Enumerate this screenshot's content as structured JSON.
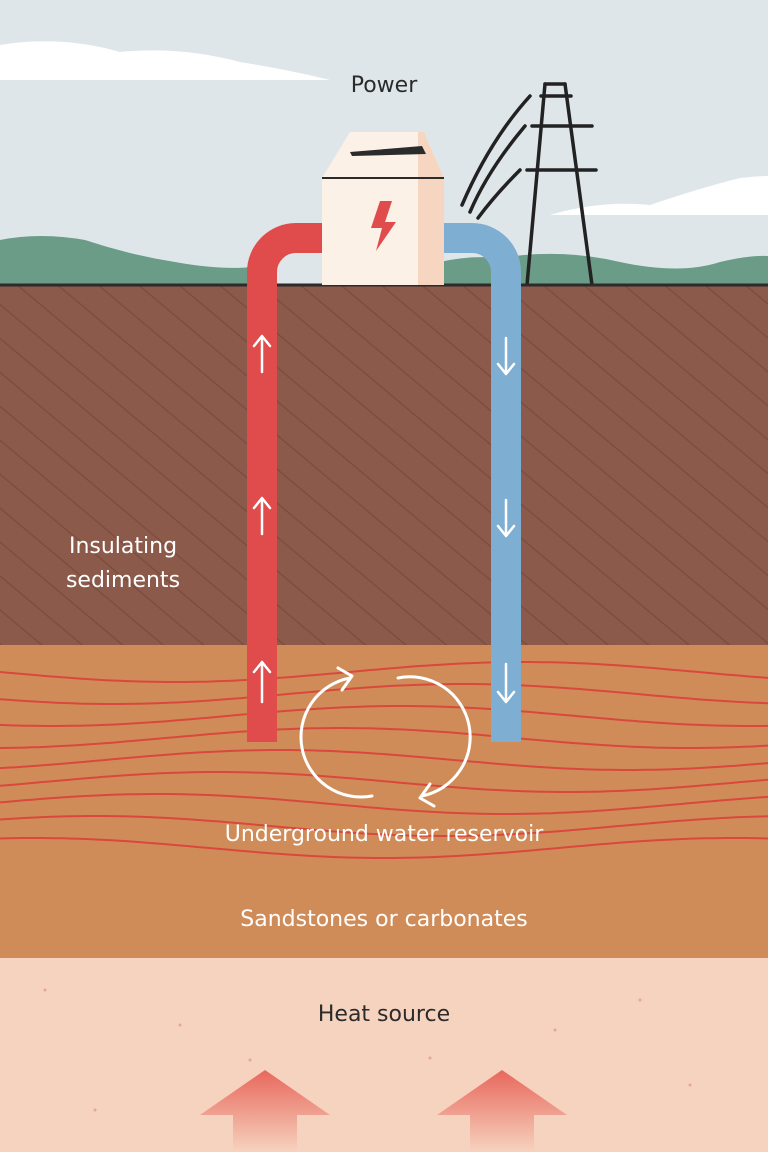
{
  "labels": {
    "power": "Power",
    "insulating_line1": "Insulating",
    "insulating_line2": "sediments",
    "reservoir": "Underground water reservoir",
    "sandstones": "Sandstones or carbonates",
    "heat_source": "Heat source"
  },
  "colors": {
    "sky": "#dfe6ea",
    "hills": "#6b9c87",
    "sediment": "#8b5a4a",
    "reservoir_layer": "#d08c58",
    "heat_layer": "#f6d3bf",
    "hot_pipe": "#e04b4b",
    "cold_pipe": "#7eaed2",
    "plant_body": "#fbf1e6",
    "plant_side": "#f6d6c1",
    "bolt": "#e04b4b",
    "wave_lines": "#d9483d",
    "heat_arrows": "#e86a60"
  },
  "icons": {
    "power_plant": "power-plant-icon",
    "lightning": "lightning-bolt-icon",
    "pylon": "transmission-tower-icon",
    "cycle": "cycle-arrows-icon",
    "heat": "heat-arrow-icon"
  }
}
